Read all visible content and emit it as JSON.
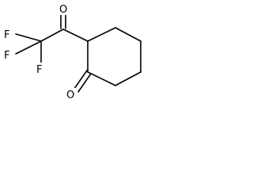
{
  "structure": {
    "atoms": {
      "fluorine_1": "F",
      "fluorine_2": "F",
      "fluorine_3": "F",
      "carbonyl_oxygen_top": "O",
      "ketone_oxygen_bottom": "O"
    }
  },
  "colors": {
    "background": "#ffffff",
    "bond": "#000000",
    "label": "#000000"
  }
}
